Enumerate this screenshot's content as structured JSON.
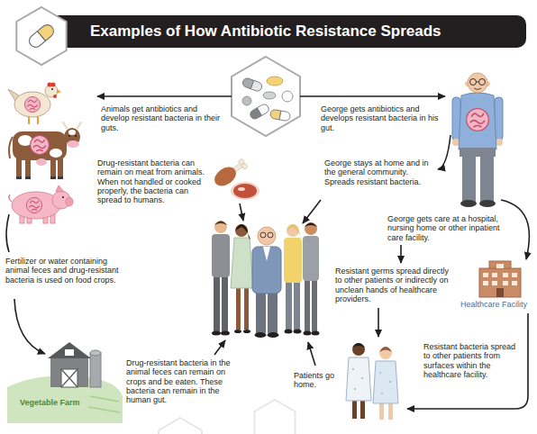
{
  "diagram": {
    "title": "Examples of How Antibiotic Resistance Spreads",
    "nodes": [
      {
        "text": [
          "Healthcare Facility"
        ]
      },
      {
        "text": [
          "Vegetable Farm"
        ]
      }
    ],
    "labels": [
      "Animals get antibiotics and develop resistant bacteria in their guts.",
      "George gets antibiotics and develops resistant bacteria in his gut.",
      "Drug-resistant bacteria can remain on meat from animals. When not handled or cooked properly, the bacteria can spread to humans.",
      "George stays at home and in the general community. Spreads resistant bacteria.",
      "George gets care at a hospital, nursing home or other inpatient care facility.",
      "Fertilizer or water containing animal feces and drug-resistant bacteria is used on food crops.",
      "Resistant germs spread directly to other patients or indirectly on unclean hands of healthcare providers.",
      "Resistant bacteria spread to other patients from surfaces within the healthcare facility.",
      "Drug-resistant bacteria in the animal feces can remain on crops and be eaten. These bacteria can remain in the human gut.",
      "Patients go home."
    ]
  }
}
